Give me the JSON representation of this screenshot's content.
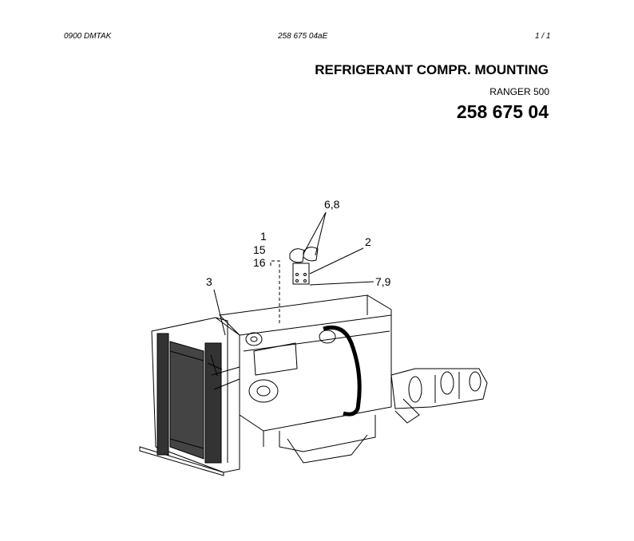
{
  "header": {
    "left": "0900   DMTAK",
    "center": "258 675 04aE",
    "right": "1   /  1"
  },
  "document": {
    "title": "REFRIGERANT COMPR. MOUNTING",
    "model": "RANGER 500",
    "part_number": "258 675 04"
  },
  "callouts": {
    "c68": "6,8",
    "c1": "1",
    "c15": "15",
    "c16": "16",
    "c2": "2",
    "c3": "3",
    "c79": "7,9"
  }
}
